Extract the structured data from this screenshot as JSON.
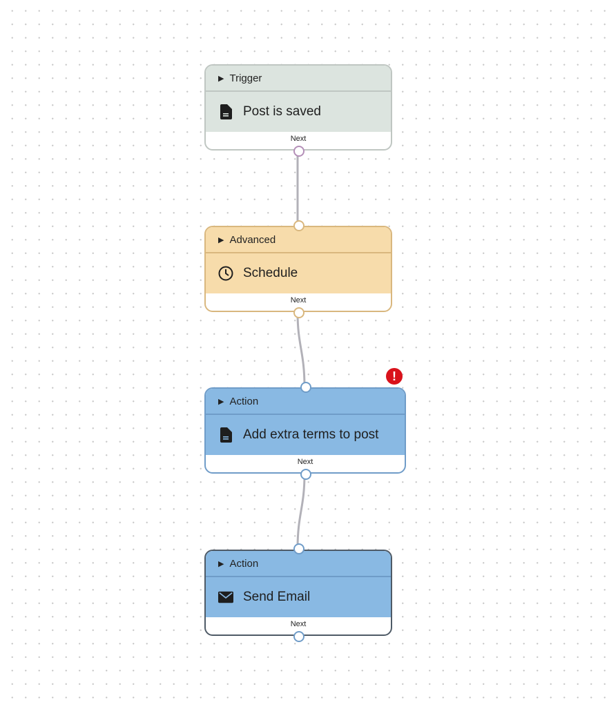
{
  "nodes": [
    {
      "category": "Trigger",
      "title": "Post is saved",
      "icon": "document-icon",
      "footer": "Next",
      "color": "#dce4df",
      "border": "#bfc6c2"
    },
    {
      "category": "Advanced",
      "title": "Schedule",
      "icon": "clock-icon",
      "footer": "Next",
      "color": "#f7dcab",
      "border": "#d9b77e"
    },
    {
      "category": "Action",
      "title": "Add extra terms to post",
      "icon": "document-icon",
      "footer": "Next",
      "color": "#89b9e3",
      "border": "#6f9cc8",
      "error": true
    },
    {
      "category": "Action",
      "title": "Send Email",
      "icon": "envelope-icon",
      "footer": "Next",
      "color": "#89b9e3",
      "border": "#4e5a66"
    }
  ],
  "error_icon": "!"
}
